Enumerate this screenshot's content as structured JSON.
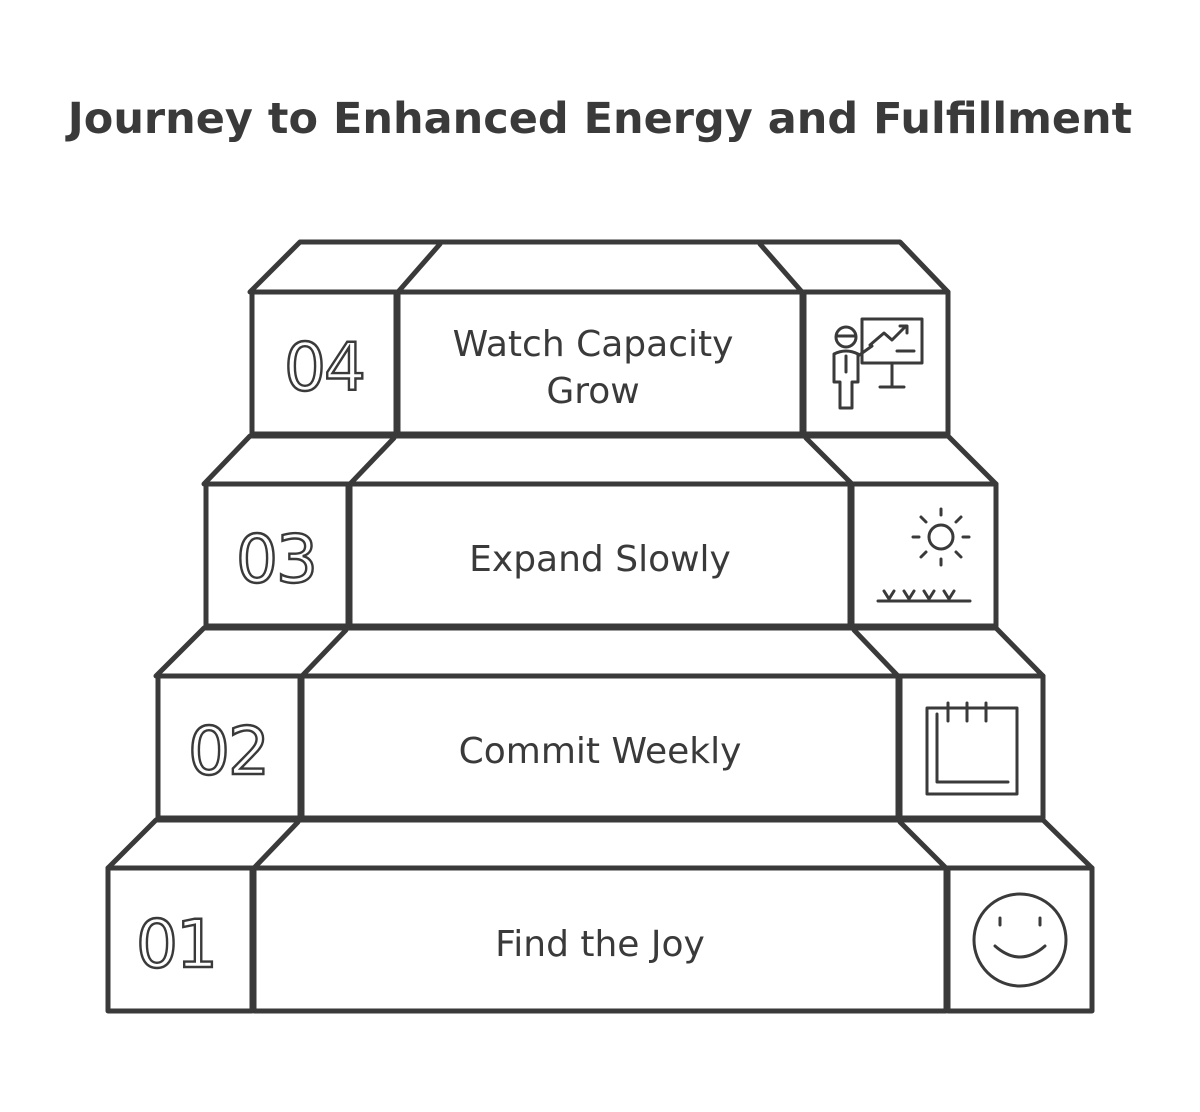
{
  "title": "Journey to Enhanced Energy and Fulfillment",
  "steps": [
    {
      "number": "01",
      "label": "Find the Joy",
      "icon": "smiley-icon"
    },
    {
      "number": "02",
      "label": "Commit Weekly",
      "icon": "calendar-icon"
    },
    {
      "number": "03",
      "label": "Expand Slowly",
      "icon": "sun-grass-icon"
    },
    {
      "number": "04",
      "label_lines": [
        "Watch Capacity",
        "Grow"
      ],
      "icon": "presenter-chart-icon"
    }
  ],
  "colors": {
    "stroke": "#3a3a3a",
    "background": "#ffffff"
  }
}
